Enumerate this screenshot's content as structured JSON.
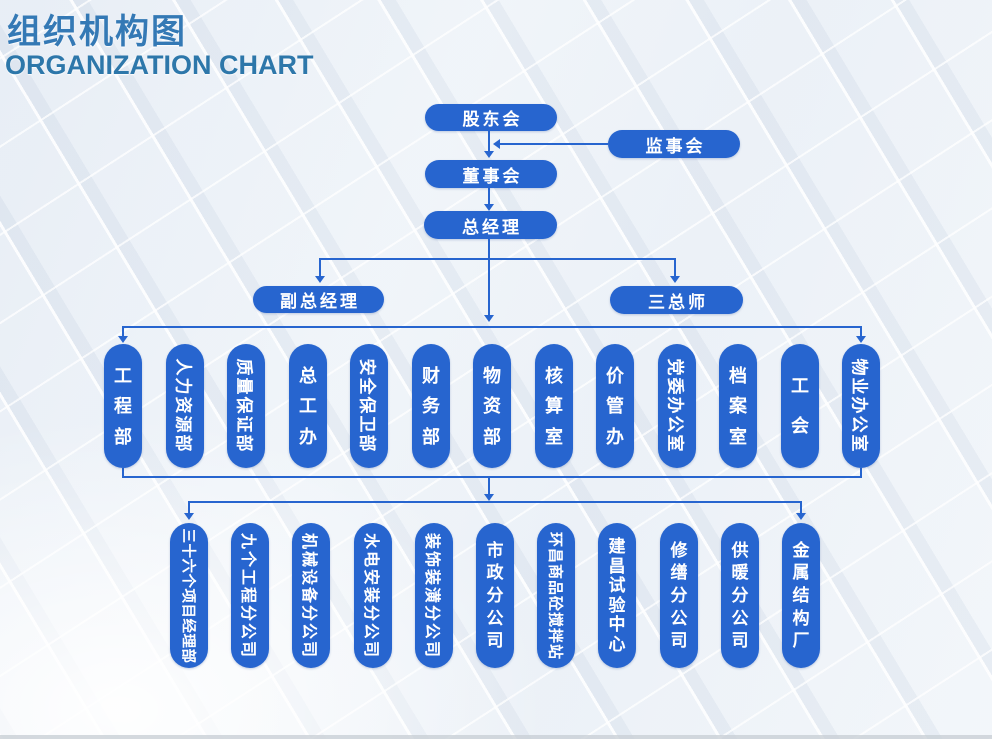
{
  "header": {
    "title_zh": "组织机构图",
    "title_en": "ORGANIZATION CHART"
  },
  "colors": {
    "node_blue": "#2765cf",
    "title_zh_color": "#3479b5",
    "title_en_color": "#2d77aa",
    "node_text": "#ffffff"
  },
  "nodes": {
    "shareholders": "股东会",
    "supervisory_board": "监事会",
    "board_of_directors": "董事会",
    "general_manager": "总经理",
    "deputy_general_manager": "副总经理",
    "three_chief_engineers": "三总师"
  },
  "departments": [
    "工程部",
    "人力资源部",
    "质量保证部",
    "总工办",
    "安全保卫部",
    "财务部",
    "物资部",
    "核算室",
    "价管办",
    "党委办公室",
    "档案室",
    "工会",
    "物业办公室"
  ],
  "subsidiaries": [
    "三十六个项目经理部",
    "九个工程分公司",
    "机械设备分公司",
    "水电安装分公司",
    "装饰装潢分公司",
    "市政分公司",
    "环昌商品砼搅拌站",
    "建昌试验中心",
    "修缮分公司",
    "供暖分公司",
    "金属结构厂"
  ]
}
